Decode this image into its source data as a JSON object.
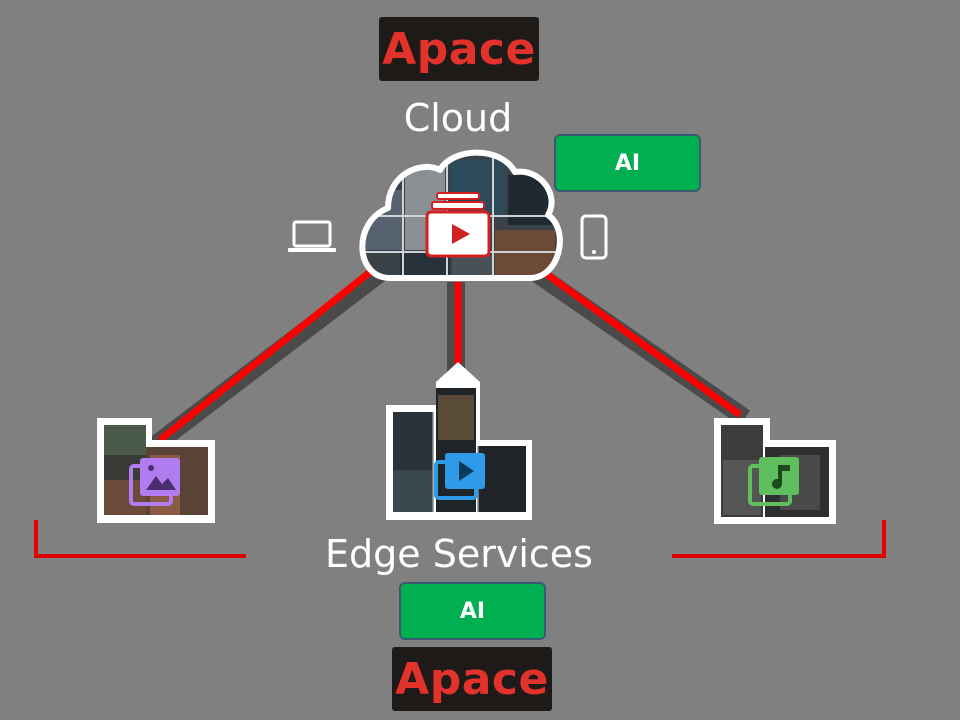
{
  "brand": {
    "top_logo": "Apace",
    "bottom_logo": "Apace",
    "logo_color": "#e2322c",
    "logo_bg": "#1e1a17"
  },
  "cloud": {
    "label": "Cloud",
    "icon": "cloud-video-icon"
  },
  "edge": {
    "label": "Edge Services"
  },
  "badges": {
    "top_ai": "AI",
    "bottom_ai": "AI",
    "color": "#00b050"
  },
  "devices": {
    "left": "laptop-icon",
    "right": "smartphone-icon"
  },
  "edge_nodes": [
    {
      "icon": "image-library-icon",
      "accent": "#b07cf0"
    },
    {
      "icon": "video-library-icon",
      "accent": "#2f9be8"
    },
    {
      "icon": "music-library-icon",
      "accent": "#5fbf5f"
    }
  ],
  "colors": {
    "background": "#808080",
    "link": "#ff0000",
    "link_shadow": "#4a4a4a"
  }
}
